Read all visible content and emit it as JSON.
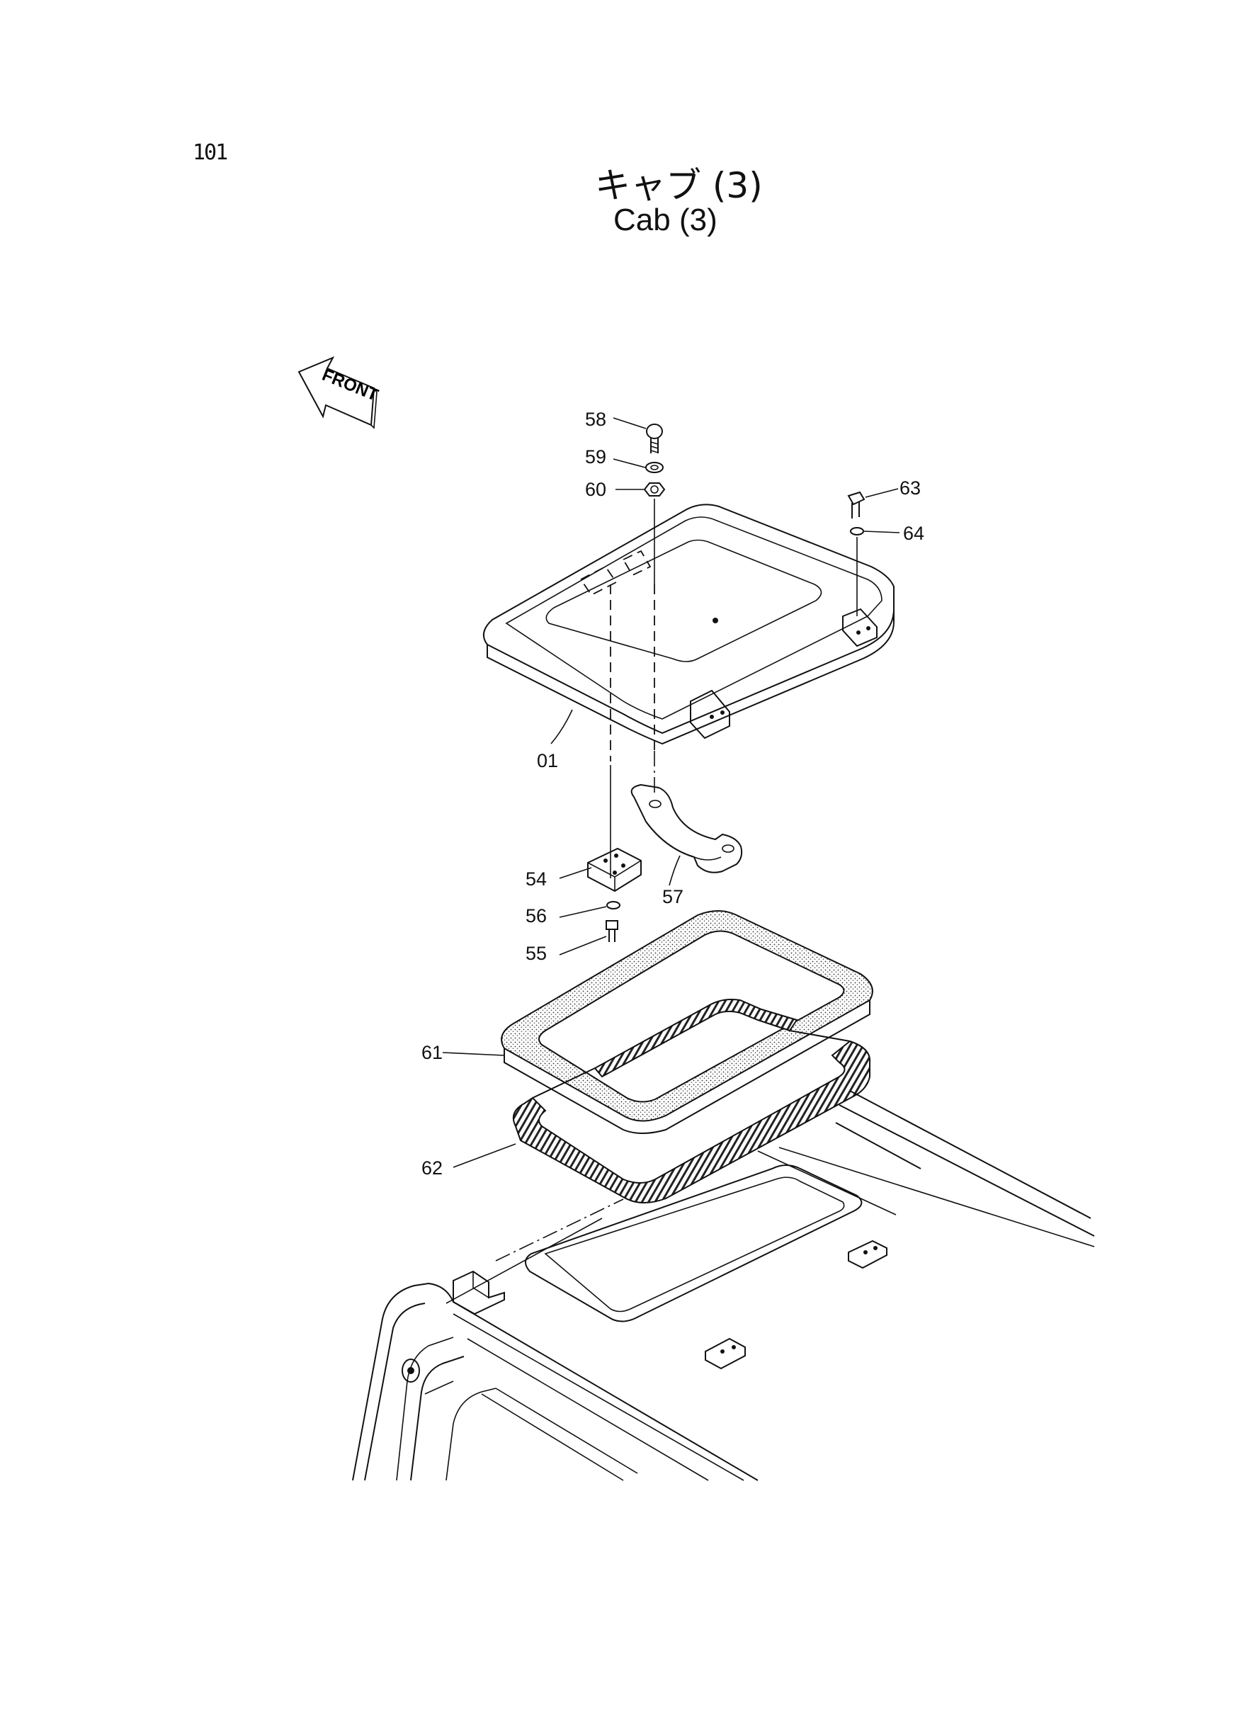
{
  "page": {
    "number": "101"
  },
  "title": {
    "japanese": "キャブ (3)",
    "english": "Cab (3)"
  },
  "front_indicator": {
    "text": "FRONT"
  },
  "callouts": {
    "p58": "58",
    "p59": "59",
    "p60": "60",
    "p63": "63",
    "p64": "64",
    "p01": "01",
    "p54": "54",
    "p56": "56",
    "p55": "55",
    "p57": "57",
    "p61": "61",
    "p62": "62"
  },
  "colors": {
    "ink": "#111111",
    "paper": "#ffffff"
  }
}
